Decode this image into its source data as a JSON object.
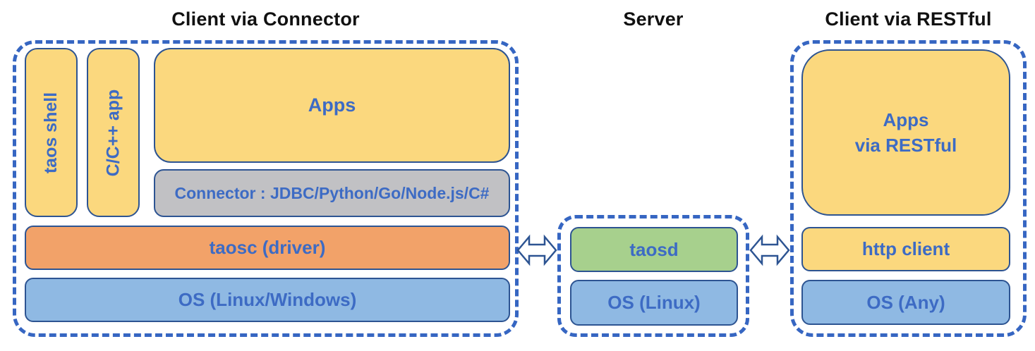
{
  "colors": {
    "yellow": "#FBD87E",
    "orange": "#F2A269",
    "green": "#A7D08D",
    "blue_fill": "#8FB9E3",
    "gray_fill": "#C1C1C4",
    "navy_border": "#2D5492",
    "text_blue": "#3D6BC4",
    "dash_blue": "#3666C2",
    "title_black": "#111111"
  },
  "sections": {
    "connector_client": {
      "title": "Client via Connector",
      "taos_shell": "taos shell",
      "cpp_app": "C/C++ app",
      "apps": "Apps",
      "connector_bar": "Connector : JDBC/Python/Go/Node.js/C#",
      "taosc": "taosc (driver)",
      "os": "OS (Linux/Windows)"
    },
    "server": {
      "title": "Server",
      "taosd": "taosd",
      "os": "OS (Linux)"
    },
    "restful_client": {
      "title": "Client via RESTful",
      "apps_line1": "Apps",
      "apps_line2": "via RESTful",
      "http_client": "http client",
      "os": "OS (Any)"
    }
  },
  "icons": {
    "left_link": "double-headed-hollow-arrow",
    "right_link": "double-headed-hollow-arrow"
  }
}
